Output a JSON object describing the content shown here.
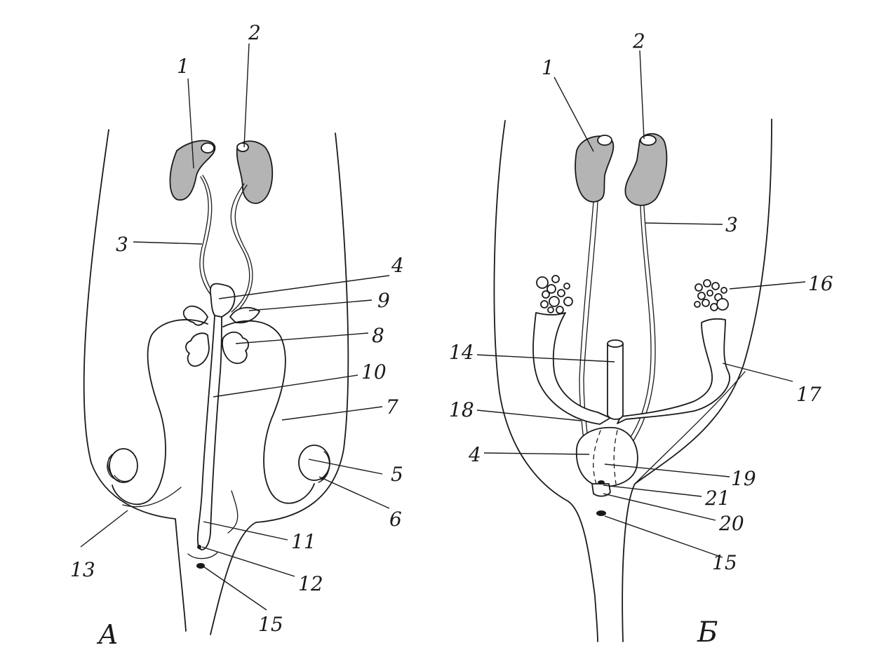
{
  "panels": [
    {
      "id": "A",
      "title": "А",
      "labels": [
        "1",
        "2",
        "3",
        "4",
        "9",
        "8",
        "10",
        "7",
        "5",
        "6",
        "13",
        "11",
        "12",
        "15"
      ]
    },
    {
      "id": "B",
      "title": "Б",
      "labels": [
        "1",
        "2",
        "3",
        "16",
        "14",
        "17",
        "18",
        "4",
        "19",
        "21",
        "20",
        "15"
      ]
    }
  ]
}
